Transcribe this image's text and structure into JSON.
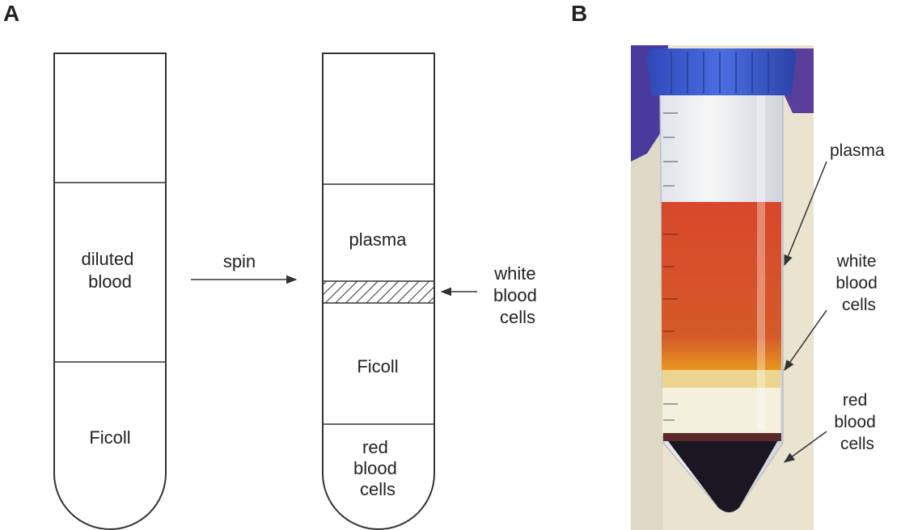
{
  "panel_labels": {
    "a": "A",
    "b": "B"
  },
  "tube_before": {
    "layers": {
      "upper": "diluted blood",
      "lower": "Ficoll"
    },
    "upper_lines": [
      "diluted",
      "blood"
    ],
    "lower_lines": [
      "Ficoll"
    ]
  },
  "process_label": "spin",
  "tube_after": {
    "layer1": "plasma",
    "layer2": "Ficoll",
    "layer3_lines": [
      "red",
      "blood",
      "cells"
    ]
  },
  "callout_wbc_lines": [
    "white",
    "blood",
    "cells"
  ],
  "photo_callouts": {
    "plasma": "plasma",
    "wbc_lines": [
      "white",
      "blood",
      "cells"
    ],
    "rbc_lines": [
      "red",
      "blood",
      "cells"
    ]
  },
  "colors": {
    "line": "#333333",
    "photo_background": "#e9e3cf",
    "cap": "#3f5fd0",
    "glove": "#4b3a9e",
    "plasma_layer": "#d84a2a",
    "buffy_layer": "#f2efdc",
    "red_cell_pellet": "#1a1722"
  }
}
